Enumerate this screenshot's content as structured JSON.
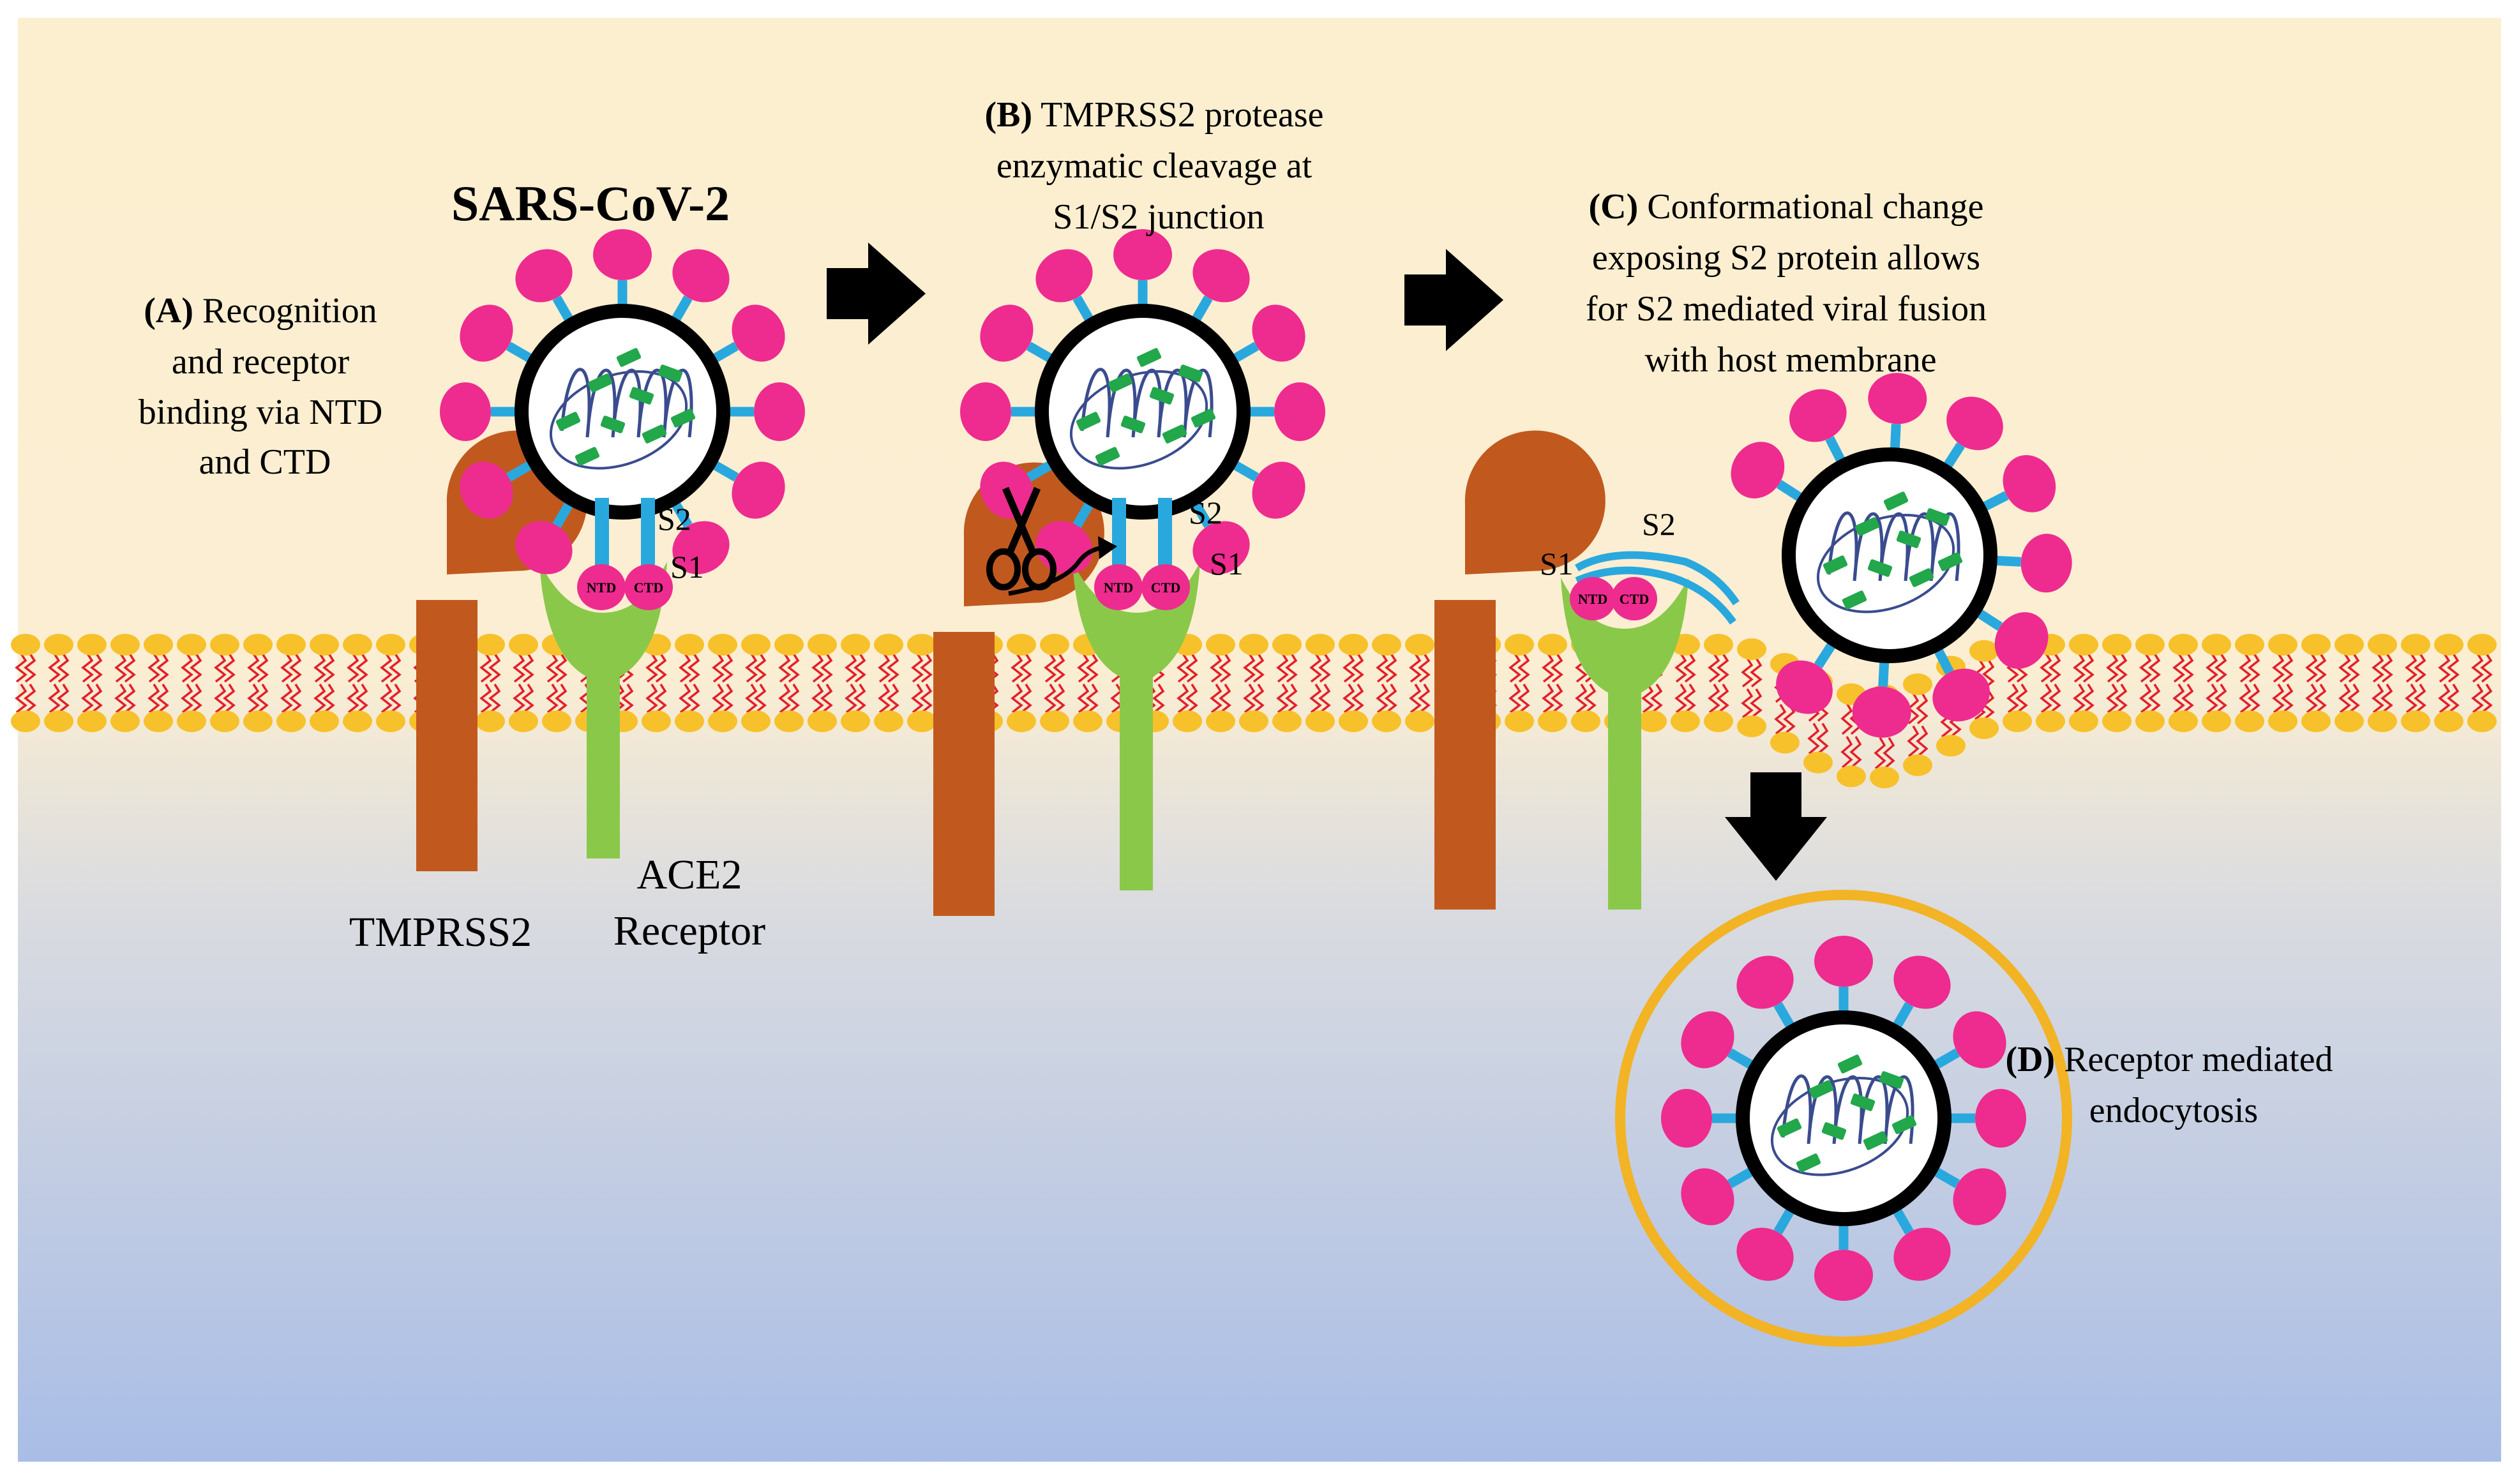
{
  "title": "SARS-CoV-2",
  "steps": {
    "a": {
      "letter": "(A)",
      "lines": [
        " Recognition",
        "and receptor",
        "binding via NTD",
        "and CTD"
      ]
    },
    "b": {
      "letter": "(B)",
      "lines": [
        " TMPRSS2 protease",
        "enzymatic cleavage at",
        "S1/S2 junction"
      ]
    },
    "c": {
      "letter": "(C)",
      "lines": [
        " Conformational change",
        "exposing S2 protein allows",
        "for S2 mediated viral fusion",
        "with host membrane"
      ]
    },
    "d": {
      "letter": "(D)",
      "lines": [
        " Receptor mediated",
        "endocytosis"
      ]
    }
  },
  "labels": {
    "s1": "S1",
    "s2": "S2",
    "ntd": "NTD",
    "ctd": "CTD",
    "tmprss2": "TMPRSS2",
    "ace2_line1": "ACE2",
    "ace2_line2": "Receptor"
  },
  "colors": {
    "bg_top": "#fcefd0",
    "bg_bottom": "#a9bde6",
    "spike": "#ee2b8f",
    "stalk": "#29a8de",
    "ace2": "#8ac84a",
    "tmprss2": "#c1591f",
    "lipid_head": "#f7c12b",
    "lipid_tail": "#e3202a",
    "rna": "#3a4c8e",
    "protein": "#22a74a",
    "endosome": "#f2b325"
  },
  "icons": [
    "scissors-icon",
    "arrow-right-icon",
    "arrow-down-icon"
  ]
}
